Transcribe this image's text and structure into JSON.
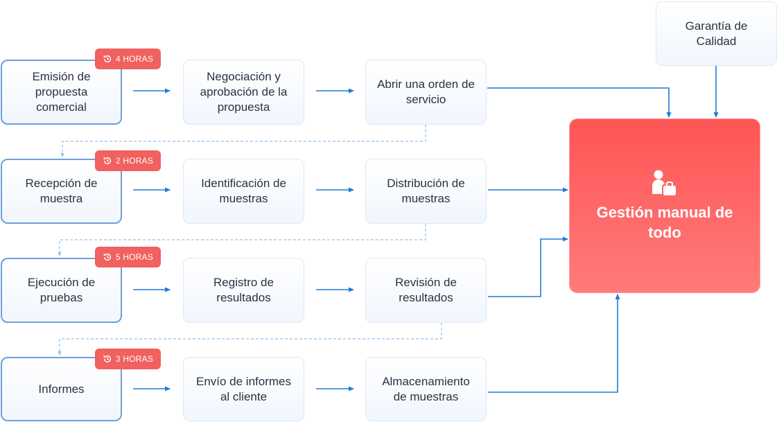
{
  "quality_box": {
    "label": "Garantía de Calidad"
  },
  "main_box": {
    "title": "Gestión manual de todo",
    "icon": "person-briefcase-icon"
  },
  "rows": [
    {
      "badge": "4 HORAS",
      "steps": [
        "Emisión de propuesta comercial",
        "Negociación y aprobación de la propuesta",
        "Abrir una orden de servicio"
      ]
    },
    {
      "badge": "2 HORAS",
      "steps": [
        "Recepción de muestra",
        "Identificación de muestras",
        "Distribución de muestras"
      ]
    },
    {
      "badge": "5 HORAS",
      "steps": [
        "Ejecución de pruebas",
        "Registro de resultados",
        "Revisión de resultados"
      ]
    },
    {
      "badge": "3 HORAS",
      "steps": [
        "Informes",
        "Envío de informes al cliente",
        "Almacenamiento de muestras"
      ]
    }
  ],
  "colors": {
    "accent": "#f0615f",
    "arrow": "#1e7bd6",
    "dashed": "#8fc0ec",
    "key_border": "#6e9fd9"
  }
}
